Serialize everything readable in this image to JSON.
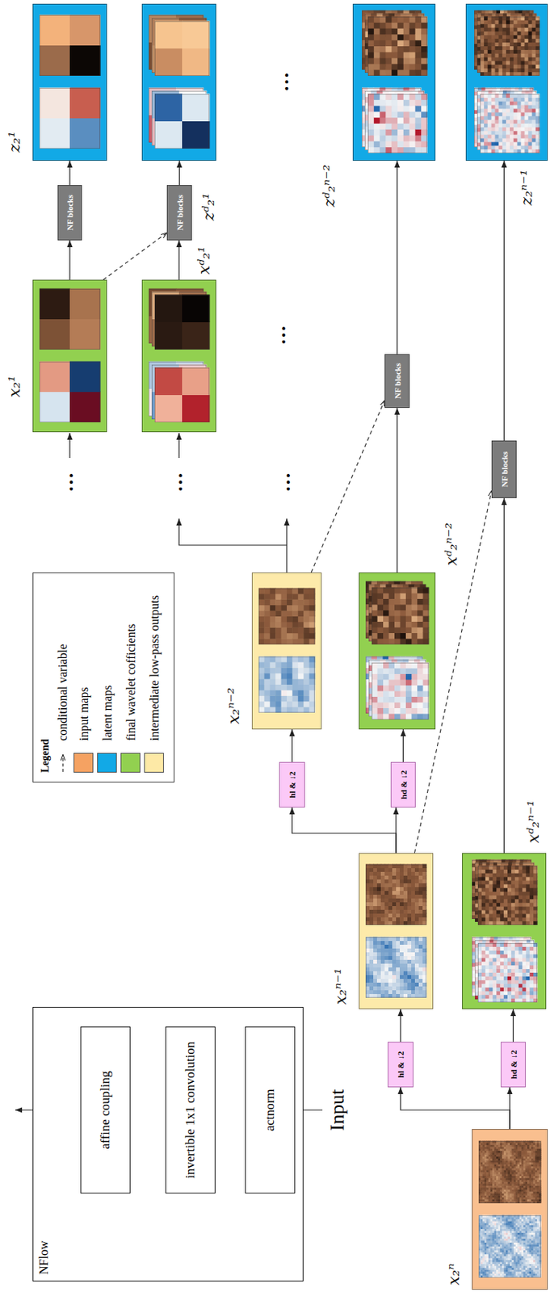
{
  "diagram": {
    "nodes": [
      {
        "text": [
          "NFlow"
        ]
      },
      {
        "text": [
          "affine coupling"
        ],
        "in": 0
      },
      {
        "text": [
          "invertible 1x1 convolution"
        ],
        "in": 0
      },
      {
        "text": [
          "actnorm"
        ],
        "in": 0
      },
      {
        "text": [
          "x₂ⁿ"
        ]
      },
      {
        "text": [
          "hl & ↓2"
        ]
      },
      {
        "text": [
          "hd & ↓2"
        ]
      },
      {
        "text": [
          "x₂ⁿ⁻¹"
        ]
      },
      {
        "text": [
          "xᵈ₂ⁿ⁻¹"
        ]
      },
      {
        "text": [
          "hl & ↓2"
        ]
      },
      {
        "text": [
          "hd & ↓2"
        ]
      },
      {
        "text": [
          "x₂ⁿ⁻²"
        ]
      },
      {
        "text": [
          "xᵈ₂ⁿ⁻²"
        ]
      },
      {
        "text": [
          "x₂¹"
        ]
      },
      {
        "text": [
          "xᵈ₂¹"
        ]
      },
      {
        "text": [
          "NF blocks"
        ]
      },
      {
        "text": [
          "NF blocks"
        ]
      },
      {
        "text": [
          "NF blocks"
        ]
      },
      {
        "text": [
          "NF blocks"
        ]
      },
      {
        "text": [
          "z₂¹"
        ]
      },
      {
        "text": [
          "zᵈ₂¹"
        ]
      },
      {
        "text": [
          "zᵈ₂ⁿ⁻²"
        ]
      },
      {
        "text": [
          "z₂ⁿ⁻¹"
        ]
      }
    ],
    "edges": [
      {
        "from": 3,
        "to": 2,
        "arrow": "to"
      },
      {
        "from": 2,
        "to": 1,
        "arrow": "to"
      },
      {
        "from": 4,
        "to": 5,
        "arrow": "to"
      },
      {
        "from": 4,
        "to": 6,
        "arrow": "to"
      },
      {
        "from": 5,
        "to": 7,
        "arrow": "to"
      },
      {
        "from": 6,
        "to": 8,
        "arrow": "to"
      },
      {
        "from": 7,
        "to": 9,
        "arrow": "to"
      },
      {
        "from": 7,
        "to": 10,
        "arrow": "to"
      },
      {
        "from": 9,
        "to": 11,
        "arrow": "to"
      },
      {
        "from": 10,
        "to": 12,
        "arrow": "to"
      },
      {
        "from": 7,
        "to": 18,
        "arrow": "to"
      },
      {
        "from": 8,
        "to": 18,
        "arrow": "to"
      },
      {
        "from": 18,
        "to": 22,
        "arrow": "to"
      },
      {
        "from": 11,
        "to": 17,
        "arrow": "to"
      },
      {
        "from": 12,
        "to": 17,
        "arrow": "to"
      },
      {
        "from": 17,
        "to": 21,
        "arrow": "to"
      },
      {
        "from": 13,
        "to": 15,
        "arrow": "to"
      },
      {
        "from": 15,
        "to": 19,
        "arrow": "to"
      },
      {
        "from": 13,
        "to": 16,
        "arrow": "to"
      },
      {
        "from": 14,
        "to": 16,
        "arrow": "to"
      },
      {
        "from": 16,
        "to": 20,
        "arrow": "to"
      }
    ],
    "labels": [
      "Input",
      "Legend",
      "…",
      "…",
      "…",
      "…",
      "…"
    ],
    "legend": [
      {
        "text": "conditional variable"
      },
      {
        "text": "input maps",
        "color": "#f5a262"
      },
      {
        "text": "latent maps",
        "color": "#12a9e6"
      },
      {
        "text": "final wavelet cofficients",
        "color": "#92d050"
      },
      {
        "text": "intermediate low-pass outputs",
        "color": "#fde9a6"
      }
    ]
  }
}
